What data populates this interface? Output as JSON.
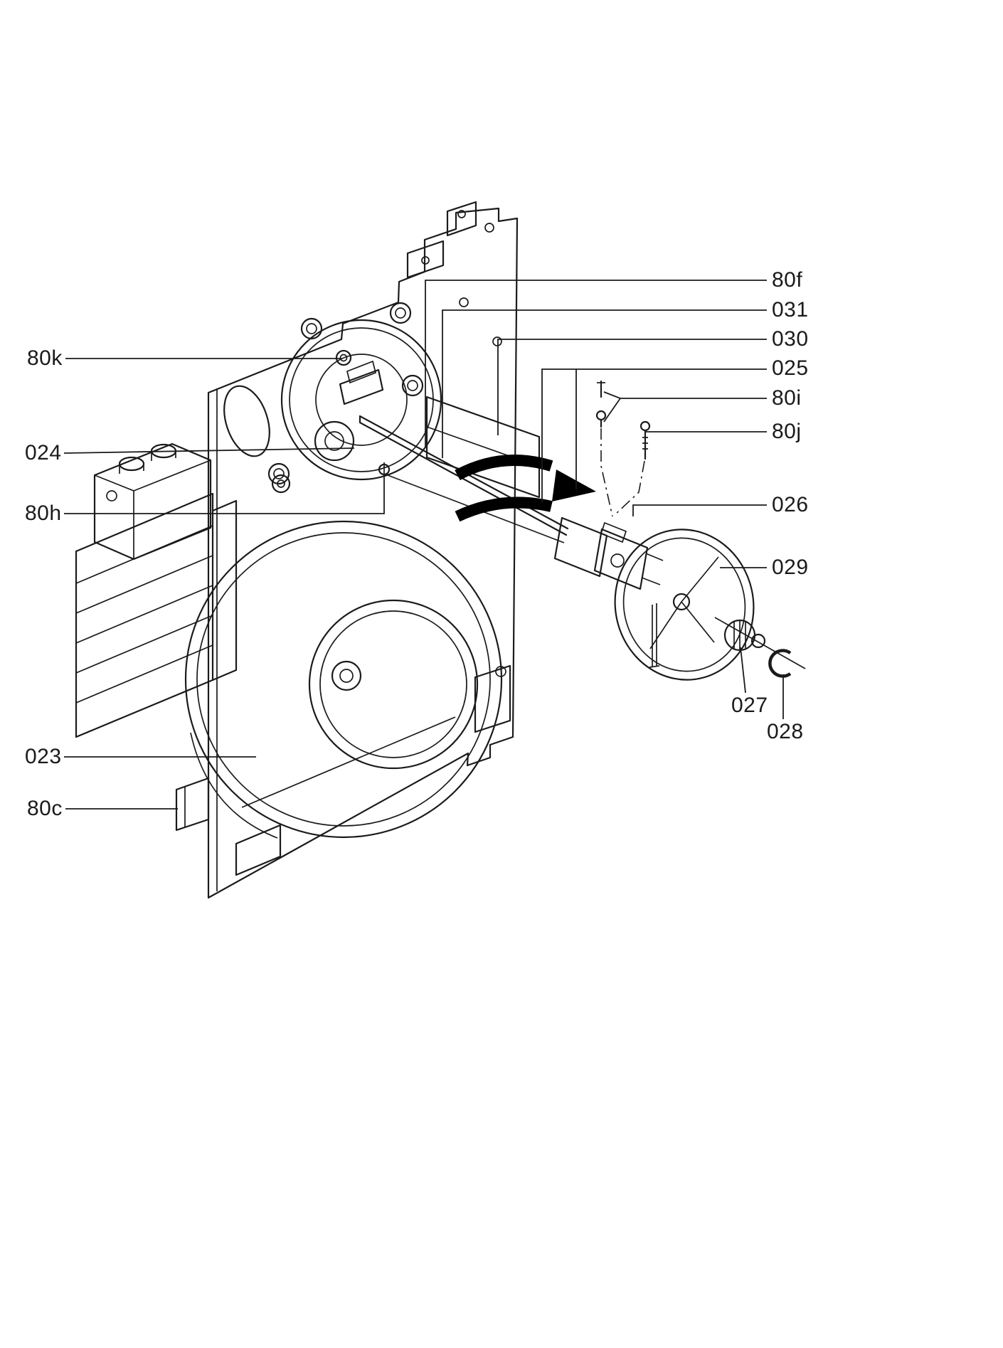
{
  "diagram": {
    "background": "#ffffff",
    "line_color": "#1b1b1b",
    "arrow_color": "#000000",
    "labels": {
      "80k": "80k",
      "024": "024",
      "80h": "80h",
      "023": "023",
      "80c": "80c",
      "80f": "80f",
      "031": "031",
      "030": "030",
      "025": "025",
      "80i": "80i",
      "80j": "80j",
      "026": "026",
      "029": "029",
      "027": "027",
      "028": "028"
    }
  }
}
